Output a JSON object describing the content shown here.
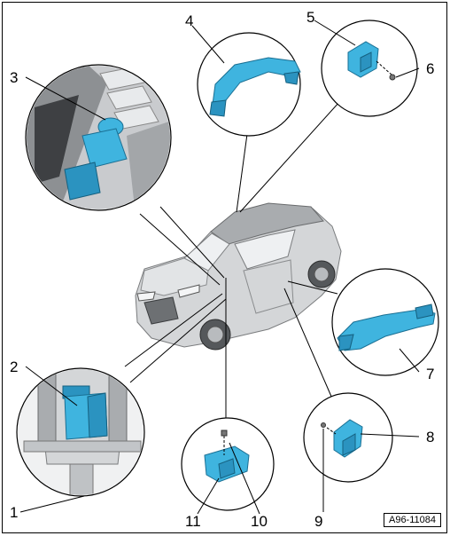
{
  "labels": {
    "l1": "1",
    "l2": "2",
    "l3": "3",
    "l4": "4",
    "l5": "5",
    "l6": "6",
    "l7": "7",
    "l8": "8",
    "l9": "9",
    "l10": "10",
    "l11": "11"
  },
  "reference_code": "A96-11084",
  "colors": {
    "highlight": "#3fb4df",
    "body_grey": "#d4d6d8",
    "outline": "#000000"
  }
}
